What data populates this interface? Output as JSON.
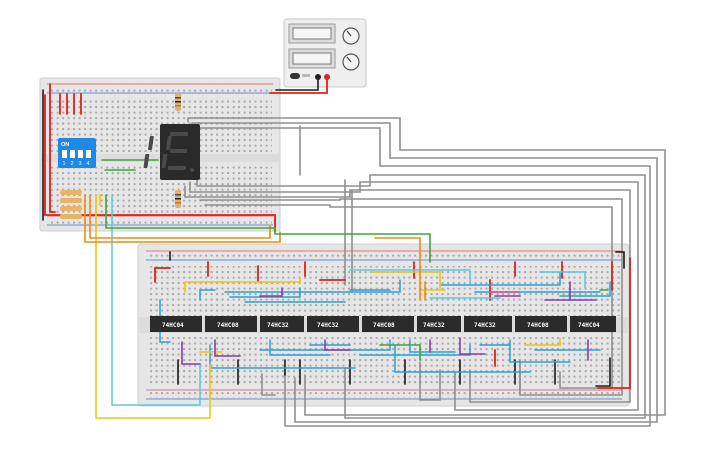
{
  "chips": [
    {
      "label": "74HC04"
    },
    {
      "label": "74HC08"
    },
    {
      "label": "74HC32"
    },
    {
      "label": "74HC32"
    },
    {
      "label": "74HC08"
    },
    {
      "label": "74HC32"
    },
    {
      "label": "74HC32"
    },
    {
      "label": "74HC08"
    },
    {
      "label": "74HC04"
    }
  ],
  "dip_switch": {
    "on_label": "ON",
    "numbers": [
      "1",
      "2",
      "3",
      "4"
    ]
  },
  "colors": {
    "wire_red": "#e02020",
    "wire_gray": "#8a8a8a",
    "wire_blue": "#2aa0d8",
    "wire_yellow": "#f2c40f",
    "wire_orange": "#f08a12",
    "wire_green": "#3aa83a",
    "wire_purple": "#8a3ab0",
    "wire_cyan": "#5ac8d8",
    "breadboard": "#e6e6e6",
    "chip": "#2b2b2b",
    "dip": "#1e88e5",
    "display": "#2a2a2a",
    "power_supply": "#efefef"
  }
}
